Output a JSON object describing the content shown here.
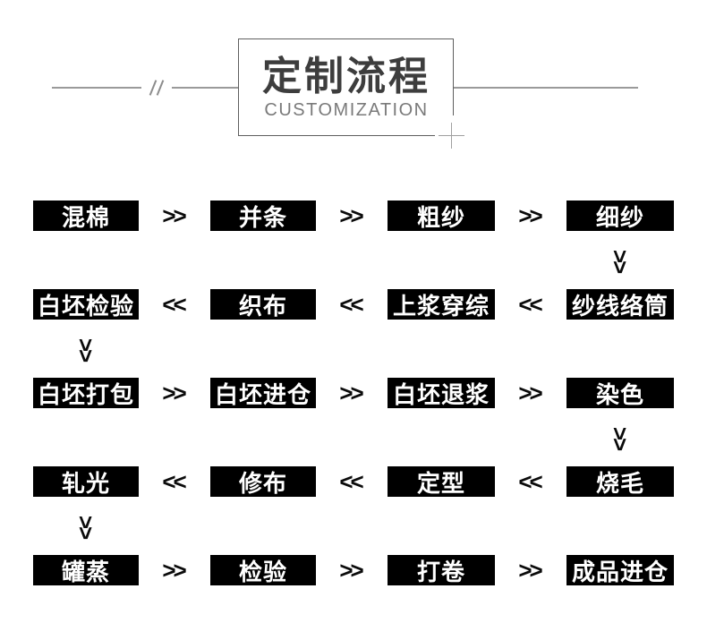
{
  "header": {
    "title": "定制流程",
    "subtitle": "CUSTOMIZATION"
  },
  "flow": {
    "right_arrow": ">>",
    "left_arrow": "<<",
    "down_arrow": ">>",
    "rows": [
      {
        "direction": "right",
        "boxes": [
          "混棉",
          "并条",
          "粗纱",
          "细纱"
        ]
      },
      {
        "direction": "left",
        "boxes": [
          "白坯检验",
          "织布",
          "上浆穿综",
          "纱线络筒"
        ]
      },
      {
        "direction": "right",
        "boxes": [
          "白坯打包",
          "白坯进仓",
          "白坯退浆",
          "染色"
        ]
      },
      {
        "direction": "left",
        "boxes": [
          "轧光",
          "修布",
          "定型",
          "烧毛"
        ]
      },
      {
        "direction": "right",
        "boxes": [
          "罐蒸",
          "检验",
          "打卷",
          "成品进仓"
        ]
      }
    ]
  },
  "colors": {
    "box_bg": "#000000",
    "box_text": "#ffffff",
    "arrow": "#0b0b0b",
    "title": "#3d3d3d",
    "subtitle": "#7a7a7a",
    "divider_line": "#9a9a9a",
    "box_border": "#5f5f5f",
    "cross": "#a0a0a0"
  }
}
